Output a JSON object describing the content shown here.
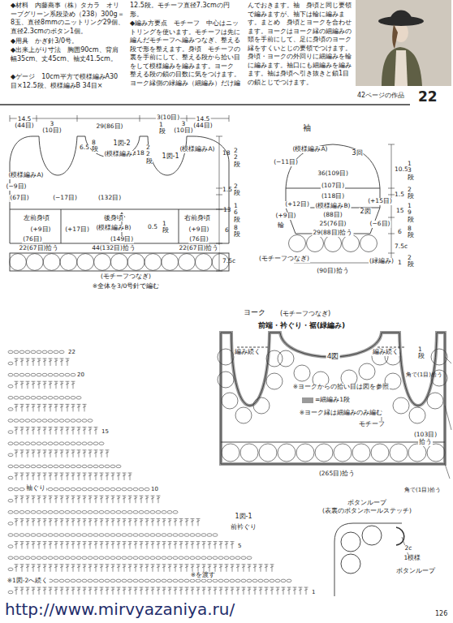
{
  "diagram": {
    "labels": [
      "◆材料　内藤商事（株）タカラ　オリーブグリーン系段染め（238）300g＝8玉、直径8mmのニットリング29個、直径2.3cmのボタン1個。",
      "◆用具　かぎ針3/0号。",
      "◆出来上がり寸法　胸囲90cm、背肩幅35cm、丈45cm、袖丈41.5cm。",
      "◆ゲージ　10cm平方で模様編みA30目×12.5段、模様編みB 34目×",
      "12.5段。モチーフ直径7.3cmの円形。",
      "◆編み方要点　モチーフ　中心はニットリングを使います。モチーフは先に編んだモチーフへ編みつなぎ、整える段で形を整えます。身頃　モチーフの裏を手前にして、整える段から拾い目をして模様編みを編みます。ヨーク　整える段の鎖の目数に気をつけます。ヨーク縁側の緑編み（細編み）だけ編",
      "んでおきます。袖　身頃と同じ要領で編みますが、袖下は輪に編みます。まとめ　身頃とヨークを合わせます。ヨークはヨーク縁の細編みの頭を手前にして、足に身頃のヨーク縁をすくいとじの要領でつけます。身頃・ヨークの外回りに細編みを輪に編みます。袖口にも細編みを編みます。袖は身頃へ引き抜きと鎖1目の鎖とじでつけます。",
      "42ページの作品",
      "22",
      "14.5",
      "(44目)",
      "3",
      "(10目)",
      "29(86目)",
      "3(10目)",
      "1段",
      "14.5",
      "(44目)",
      "3",
      "(10目)",
      "6.5",
      "8段",
      "1図-2",
      "(模様編みA)",
      "18",
      "22段",
      "1図-1",
      "(模様編みA)",
      "(模様編みA)",
      "(−9目)",
      "(67目)",
      "(−17目)",
      "(132目)",
      "左前身頃",
      "後身頃",
      "右前身頃",
      "(模様編みB)",
      "0.5",
      "1段",
      "(+9目)",
      "(+17目)",
      "(+9目)",
      "(76目)",
      "(149目)",
      "(76目)",
      "22(67目)拾う",
      "44(132目)拾う",
      "22(67目)拾う",
      "(モチーフつなぎ)",
      "※全体を3/0号針で編む",
      "18",
      "22段",
      "1.5",
      "2段",
      "13",
      "16段",
      "6",
      "8段",
      "7.5c",
      "袖",
      "(模様編みA)",
      "3回",
      "(−11目)",
      "36(109目)",
      "(107目)",
      "(118目)",
      "(+12目)",
      "(+15目)",
      "(模様編みB)",
      "2図",
      "(88目)",
      "(+9目)",
      "輪",
      "(−6目)",
      "25(76目)",
      "29(88目)拾う",
      "10.5",
      "13段",
      "1.5",
      "2段",
      "15",
      "19段",
      "6",
      "8段",
      "7.5c",
      "1",
      "2段",
      "(モチーフつなぎ)",
      "(緑編み)",
      "(90目)拾う",
      "ヨーク",
      "(モチーフつなぎ)",
      "前端・衿ぐり・裾(緑編み)",
      "編み続く",
      "4図",
      "編み続く",
      "1段",
      "角で(1目)拾う",
      "※ヨークからの拾い目は図を参照",
      "※ヨーク縁は細編みのみ編む",
      "モチーフ",
      "(103目)",
      "拾う",
      "(265目)拾う",
      "角で(1目)拾う",
      "ボタンループ",
      "(表裏のボタンホールステッチ)",
      "2c",
      "1模様",
      "ボタンループ",
      "22",
      "20",
      "15",
      "10",
      "5",
      "1",
      "袖ぐり",
      "※1図-2へ続く",
      "1図-1",
      "前衿ぐり",
      "※を渡す",
      "http://www.mirvyazaniya.ru/",
      "126"
    ],
    "legend": [
      {
        "text": "=細編み1段",
        "color": "#9a9a9a"
      }
    ]
  }
}
